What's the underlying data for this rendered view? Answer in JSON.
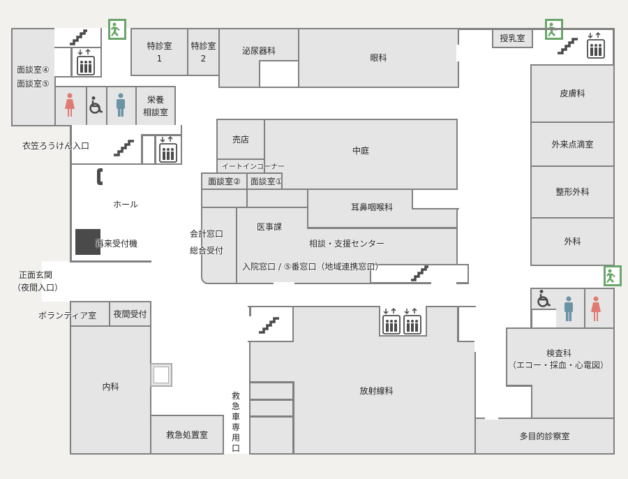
{
  "map": {
    "rooms": {
      "mendan45_a": "面談室④",
      "mendan45_b": "面談室⑤",
      "tokushin1_a": "特診室",
      "tokushin1_b": "1",
      "tokushin2_a": "特診室",
      "tokushin2_b": "2",
      "hinyoki": "泌尿器科",
      "ganka": "眼科",
      "junyu": "授乳室",
      "eiyo_a": "栄養",
      "eiyo_b": "相談室",
      "kinugasa": "衣笠ろうけん入口",
      "baiten": "売店",
      "eatin": "イートインコーナー",
      "nakaniwa": "中庭",
      "mendan2": "面談室②",
      "mendan1": "面談室①",
      "jibi": "耳鼻咽喉科",
      "hall": "ホール",
      "sairai": "再来受付機",
      "kaikei": "会計窓口",
      "sogo": "総合受付",
      "iji": "医事課",
      "sodan": "相談・支援センター",
      "nyuin": "入院窓口 / ⑤番窓口（地域連携窓口）",
      "shomen_a": "正面玄関",
      "shomen_b": "（夜間入口）",
      "volunteer": "ボランティア室",
      "yakan": "夜間受付",
      "naika": "内科",
      "kyukyu_shochi": "救急処置室",
      "kyukyusha": "救急車専用口",
      "hoshasen": "放射線科",
      "hifu": "皮膚科",
      "tenteki": "外来点滴室",
      "seikei": "整形外科",
      "geka": "外科",
      "kensa_a": "検査科",
      "kensa_b": "（エコー・採血・心電図）",
      "tamokuteki": "多目的診察室"
    },
    "colors": {
      "room": "#e5e5e5",
      "wall": "#808080",
      "exit": "#6aa56a",
      "female": "#e07b73",
      "male": "#6b93a6",
      "icon": "#4a4a4a"
    }
  }
}
